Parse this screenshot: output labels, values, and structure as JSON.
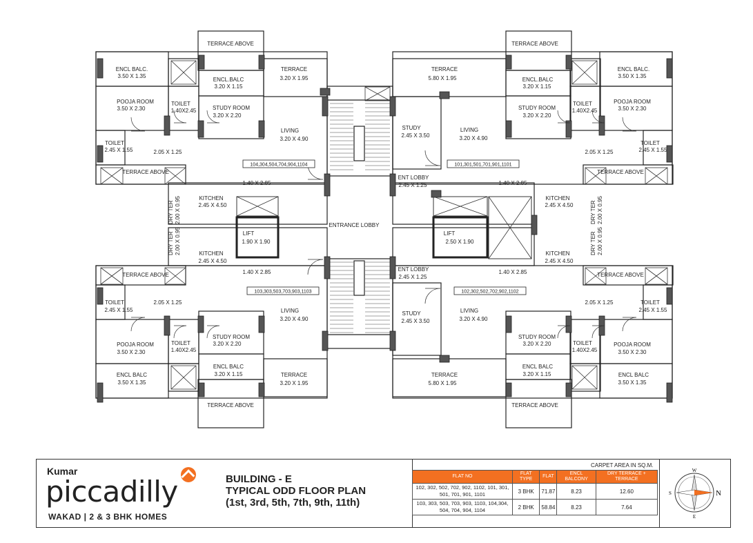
{
  "rooms": {
    "terrace_above": "TERRACE ABOVE",
    "encl_balc_a": "ENCL BALC.",
    "encl_balc_b": "ENCL.BALC",
    "encl_balc_c": "ENCL BALC",
    "pooja": "POOJA ROOM",
    "toilet": "TOILET",
    "study_room": "STUDY ROOM",
    "terrace": "TERRACE",
    "living": "LIVING",
    "study": "STUDY",
    "kitchen": "KITCHEN",
    "dry_ter": "DRY TER",
    "lift": "LIFT",
    "ent_lobby": "ENT LOBBY",
    "entrance_lobby": "ENTRANCE LOBBY"
  },
  "dims": {
    "encl_balc": "3.50 X 1.35",
    "encl_balc_small": "3.20 X 1.15",
    "pooja": "3.50 X 2.30",
    "toilet_small": "1.40X2.45",
    "toilet": "2.45 X 1.55",
    "study_room": "3.20 X 2.20",
    "terrace_small": "3.20 X 1.95",
    "terrace_big": "5.80 X 1.95",
    "living": "3.20 X 4.90",
    "study": "2.45 X 3.50",
    "passage": "2.05 X 1.25",
    "passage2": "1.40 X 2.85",
    "kitchen": "2.45 X 4.50",
    "dry_ter": "2.00 X 0.95",
    "lift_left": "1.90 X 1.90",
    "lift_right": "2.50 X 1.90",
    "ent_lobby": "2.45 X 1.25"
  },
  "flat_tags": {
    "top_left": "104,304,504,704,904,1104",
    "top_right": "101,301,501,701,901,1101",
    "bottom_left": "103,303,503,703,903,1103",
    "bottom_right": "102,302,502,702,902,1102"
  },
  "brand": {
    "kumar": "Kumar",
    "name": "piccadilly",
    "tagline": "WAKAD  |  2 & 3 BHK HOMES"
  },
  "title": {
    "line1": "BUILDING - E",
    "line2": "TYPICAL ODD FLOOR PLAN",
    "line3": "(1st, 3rd, 5th, 7th, 9th, 11th)"
  },
  "area_table": {
    "caption": "CARPET AREA IN SQ.M.",
    "headers": [
      "FLAT NO",
      "FLAT TYPE",
      "FLAT",
      "ENCL BALCONY",
      "DRY TERRACE + TERRACE"
    ],
    "rows": [
      {
        "flats": "102, 302, 502, 702, 902, 1102, 101, 301, 501, 701, 901, 1101",
        "type": "3 BHK",
        "flat": "71.87",
        "balcony": "8.23",
        "terrace": "12.60"
      },
      {
        "flats": "103, 303, 503, 703, 903, 1103, 104,304, 504, 704, 904, 1104",
        "type": "2 BHK",
        "flat": "58.84",
        "balcony": "8.23",
        "terrace": "7.64"
      }
    ]
  },
  "compass": {
    "n": "N",
    "s": "S",
    "w": "W",
    "e": "E"
  },
  "colors": {
    "accent": "#f37021",
    "wall": "#222222",
    "door_panel": "#555555"
  }
}
